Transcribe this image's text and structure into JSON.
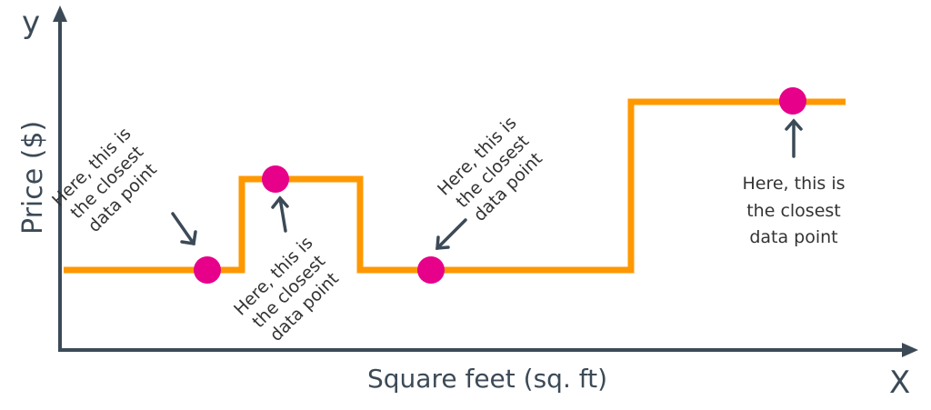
{
  "axes": {
    "y_letter": "y",
    "x_letter": "X",
    "y_title": "Price ($)",
    "x_title": "Square feet (sq. ft)"
  },
  "annotations": [
    {
      "lines": [
        "Here, this is",
        "the closest",
        "data point"
      ]
    },
    {
      "lines": [
        "Here, this is",
        "the closest",
        "data point"
      ]
    },
    {
      "lines": [
        "Here, this is",
        "the closest",
        "data point"
      ]
    },
    {
      "lines": [
        "Here, this is",
        "the closest",
        "data point"
      ]
    }
  ],
  "colors": {
    "step_line": "#ff9800",
    "point": "#e6008a",
    "axis": "#3c4a57",
    "arrow": "#3c4a57"
  },
  "icons": [
    "arrow-icon"
  ]
}
